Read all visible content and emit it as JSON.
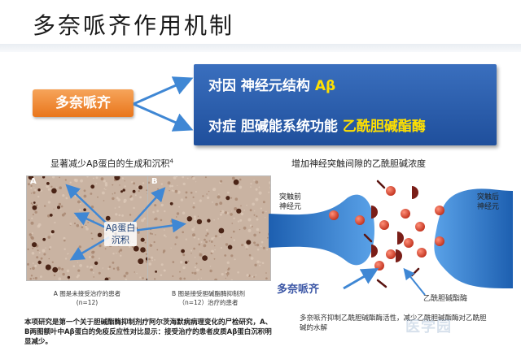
{
  "header": {
    "title": "多奈哌齐作用机制"
  },
  "drug": {
    "label": "多奈哌齐"
  },
  "mechanism": {
    "line1_prefix": "对因 神经元结构 ",
    "line1_highlight": "Aβ",
    "line2_prefix": "对症 胆碱能系统功能 ",
    "line2_highlight": "乙酰胆碱酯酶",
    "highlight_color": "#ffe000"
  },
  "left_panel": {
    "title": "显著减少Aβ蛋白的生成和沉积",
    "title_ref": "4",
    "image_a_letter": "A",
    "image_b_letter": "B",
    "ab_label_line1": "Aβ蛋白",
    "ab_label_line2": "沉积",
    "caption_a_line1": "A 图是未接受治疗的患者",
    "caption_a_line2": "(n=12)",
    "caption_b_line1": "B 图是接受胆碱酯酶抑制剂",
    "caption_b_line2": "（n=12）治疗的患者",
    "note": "本项研究是第一个关于胆碱酯酶抑制剂疗阿尔茨海默病病理变化的尸检研究，A、B两图额叶中Aβ蛋白的免疫反应性对比显示：接受治疗的患者皮质Aβ蛋白沉积明显减少。"
  },
  "right_panel": {
    "title": "增加神经突触间隙的乙酰胆碱浓度",
    "pre_label_line1": "突触前",
    "pre_label_line2": "神经元",
    "post_label_line1": "突触后",
    "post_label_line2": "神经元",
    "drug_tag": "多奈哌齐",
    "ache_tag": "乙酰胆碱酯酶",
    "note": "多奈哌齐抑制乙酰胆碱酯酶活性，减少乙酰胆碱酯酶对乙酰胆碱的水解"
  },
  "watermark": {
    "text": "医学园"
  },
  "colors": {
    "drug_box": "#e9761c",
    "mechanism_panel": "#2a5ca8",
    "neuron_blue": "#2f73c4",
    "acetylcholine": "#d8412a",
    "enzyme": "#7a1e18",
    "arrow": "#3f87d4"
  }
}
